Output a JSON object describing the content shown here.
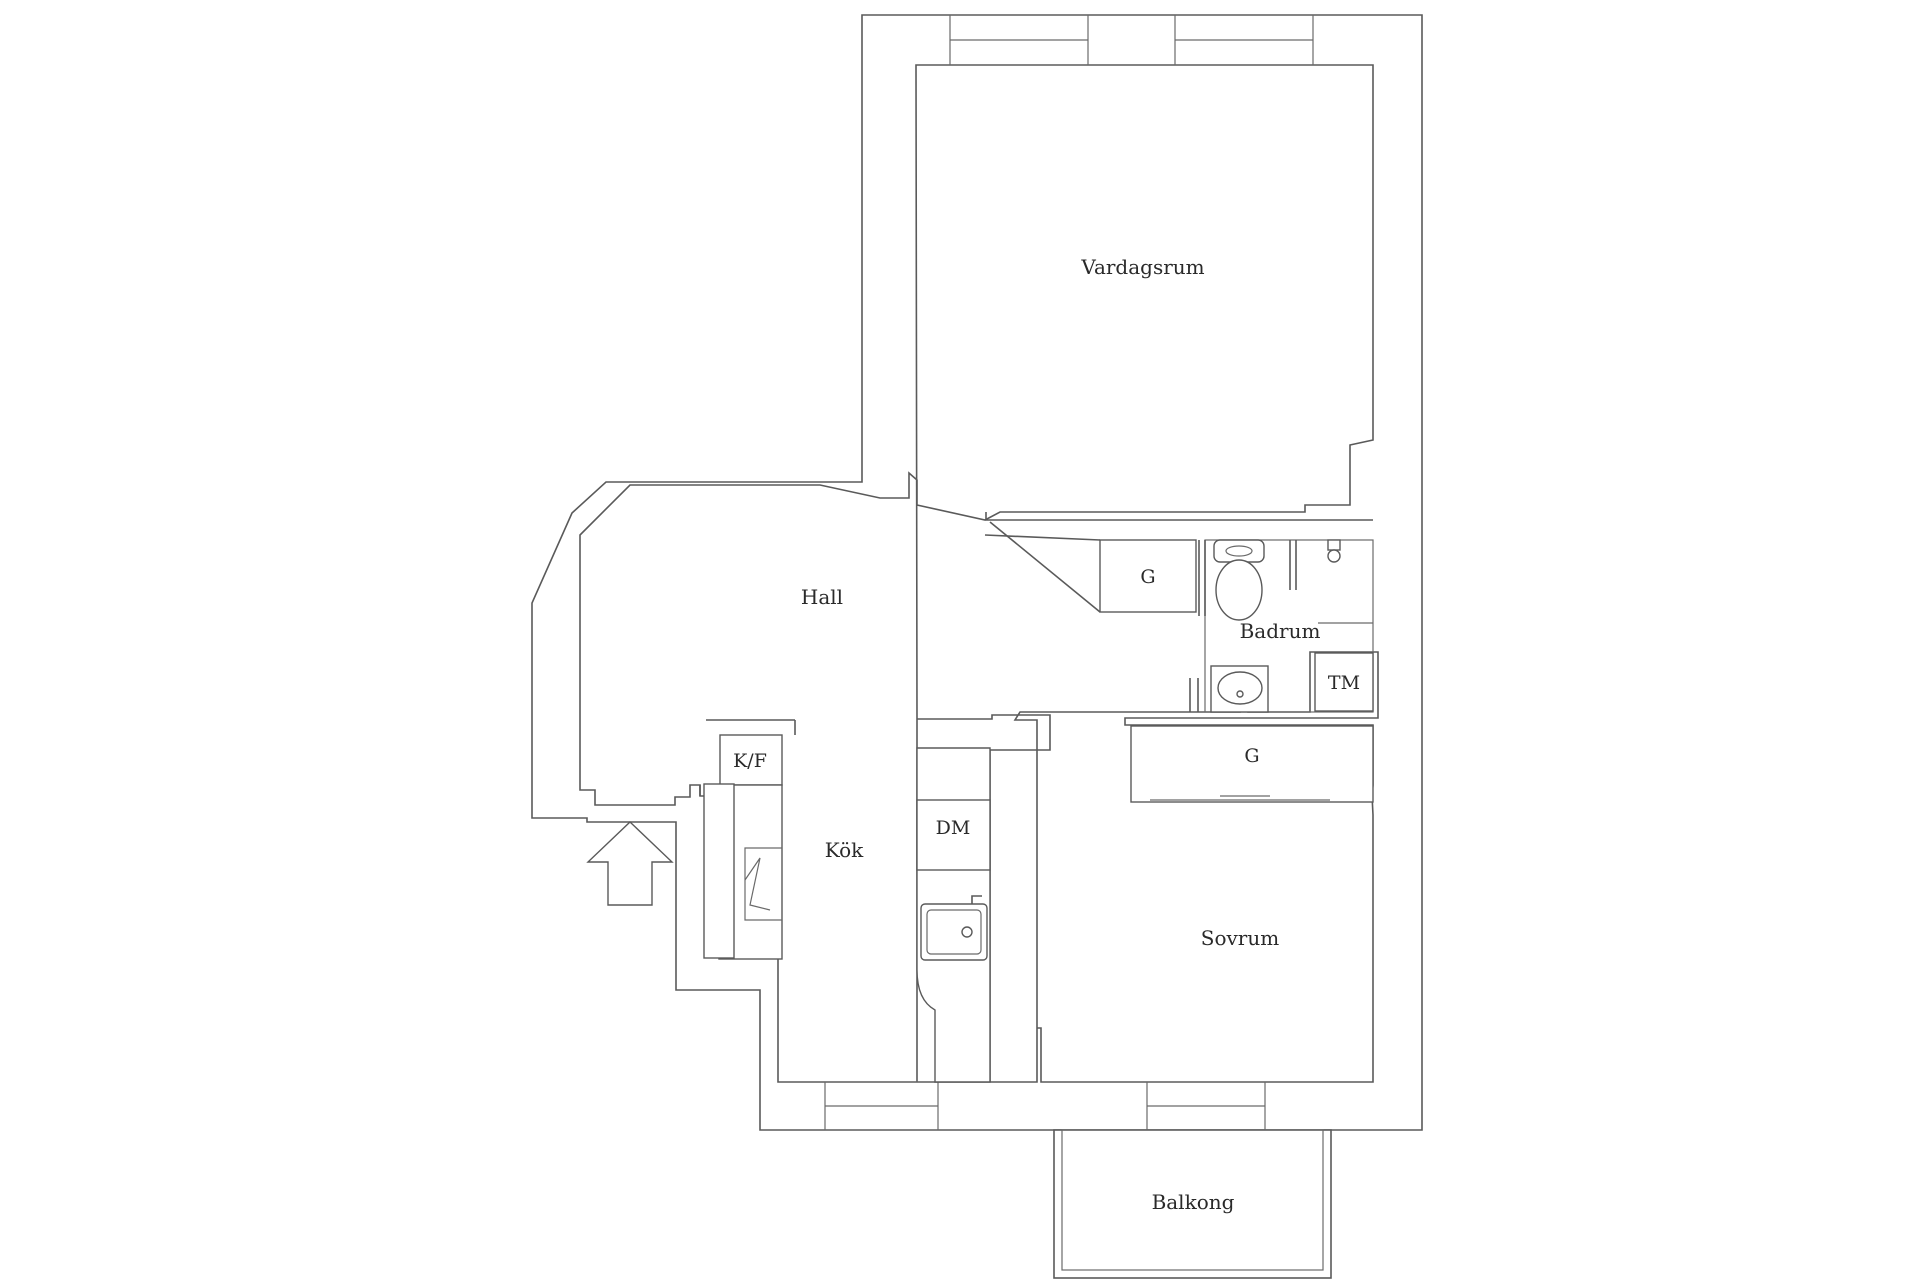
{
  "rooms": {
    "vardagsrum": "Vardagsrum",
    "hall": "Hall",
    "badrum": "Badrum",
    "kok": "Kök",
    "sovrum": "Sovrum",
    "balkong": "Balkong"
  },
  "fixtures": {
    "garderob_hall": "G",
    "garderob_sovrum": "G",
    "tvattmaskin": "TM",
    "kyl_frys": "K/F",
    "diskmaskin": "DM"
  },
  "icons": {
    "entrance": "entrance-arrow-icon",
    "toilet": "toilet-icon",
    "washbasin": "washbasin-icon",
    "kitchen_sink": "kitchen-sink-icon",
    "shower": "shower-head-icon"
  },
  "colors": {
    "wall_stroke": "#5a5a5a",
    "background": "#ffffff",
    "text": "#2a2a2a"
  }
}
